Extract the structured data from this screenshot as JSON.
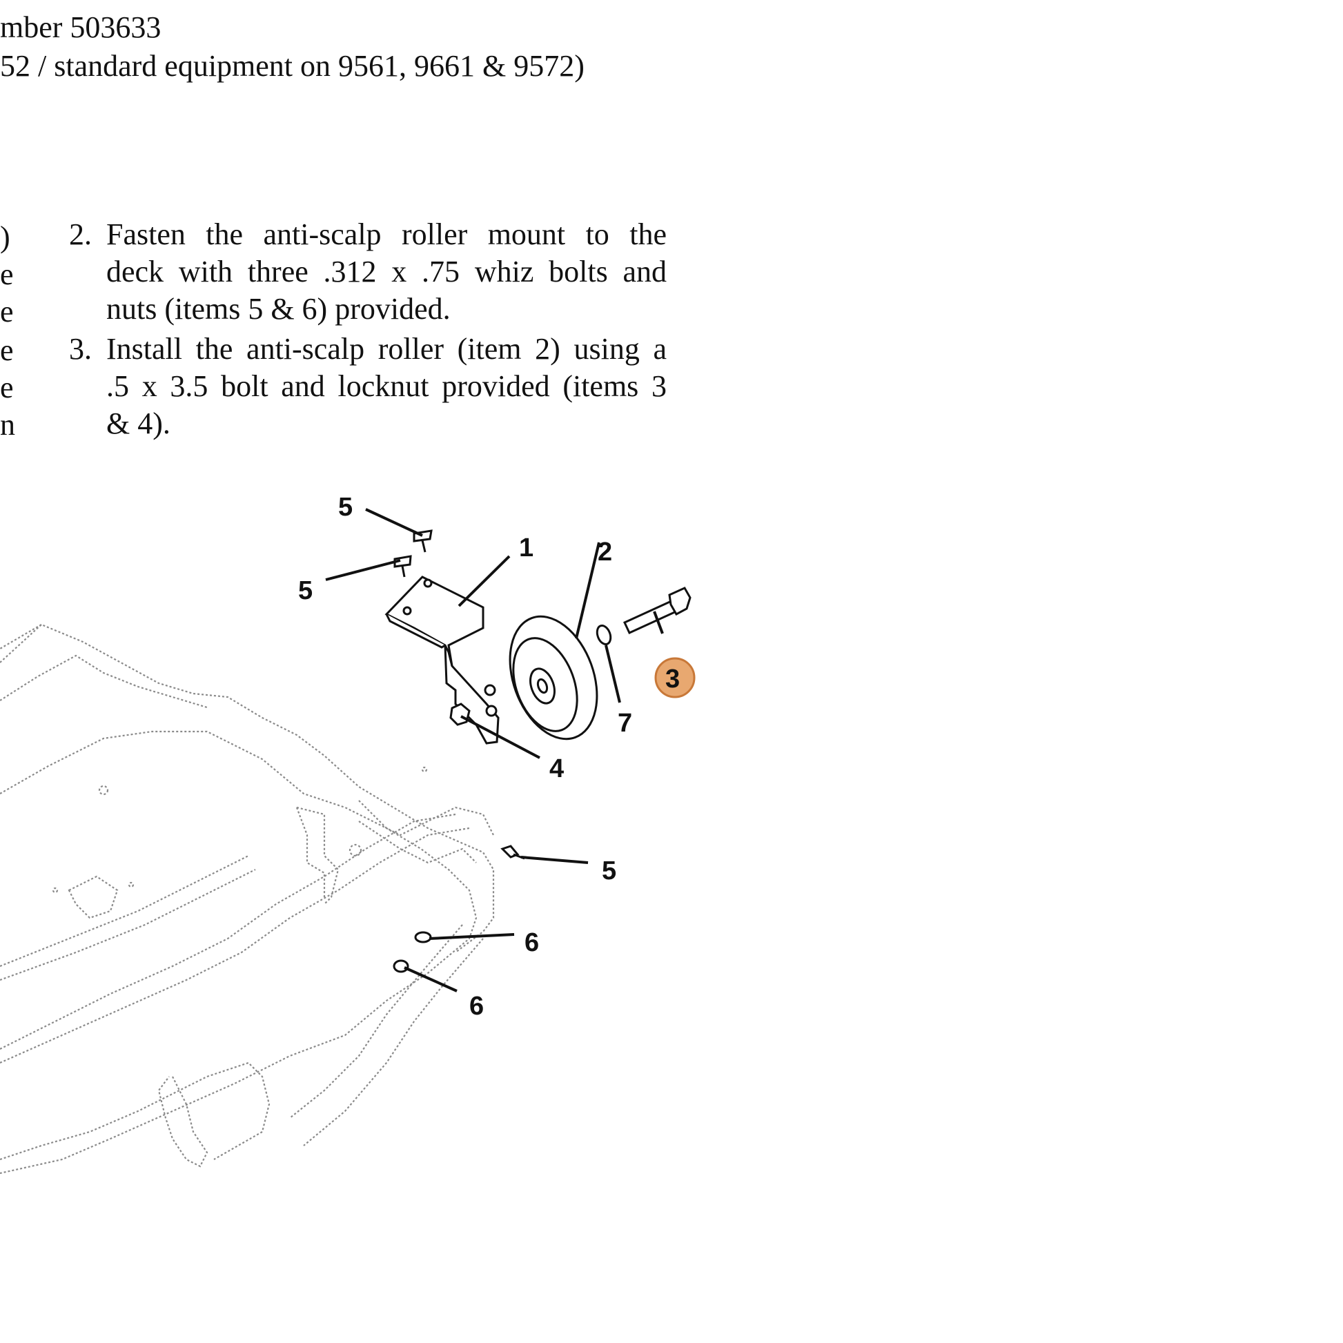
{
  "header": {
    "line1": "mber 503633",
    "line2": "52 / standard equipment on 9561, 9661 & 9572)"
  },
  "left_column_fragments": [
    ")",
    "e",
    "e",
    "e",
    "e",
    "n"
  ],
  "steps": [
    {
      "number": "2.",
      "lines": [
        "Fasten the anti-scalp roller mount to the",
        "deck with three .312 x .75 whiz bolts and",
        "nuts (items 5 & 6) provided."
      ]
    },
    {
      "number": "3.",
      "lines": [
        "Install the anti-scalp roller (item 2) using a",
        ".5 x 3.5 bolt and locknut provided (items 3",
        "& 4)."
      ]
    }
  ],
  "figure": {
    "callouts": {
      "c1": "1",
      "c2": "2",
      "c3": "3",
      "c4": "4",
      "c5a": "5",
      "c5b": "5",
      "c5c": "5",
      "c6a": "6",
      "c6b": "6",
      "c7": "7"
    },
    "highlight_color": "#e8a870",
    "highlight_stroke": "#c87838"
  }
}
